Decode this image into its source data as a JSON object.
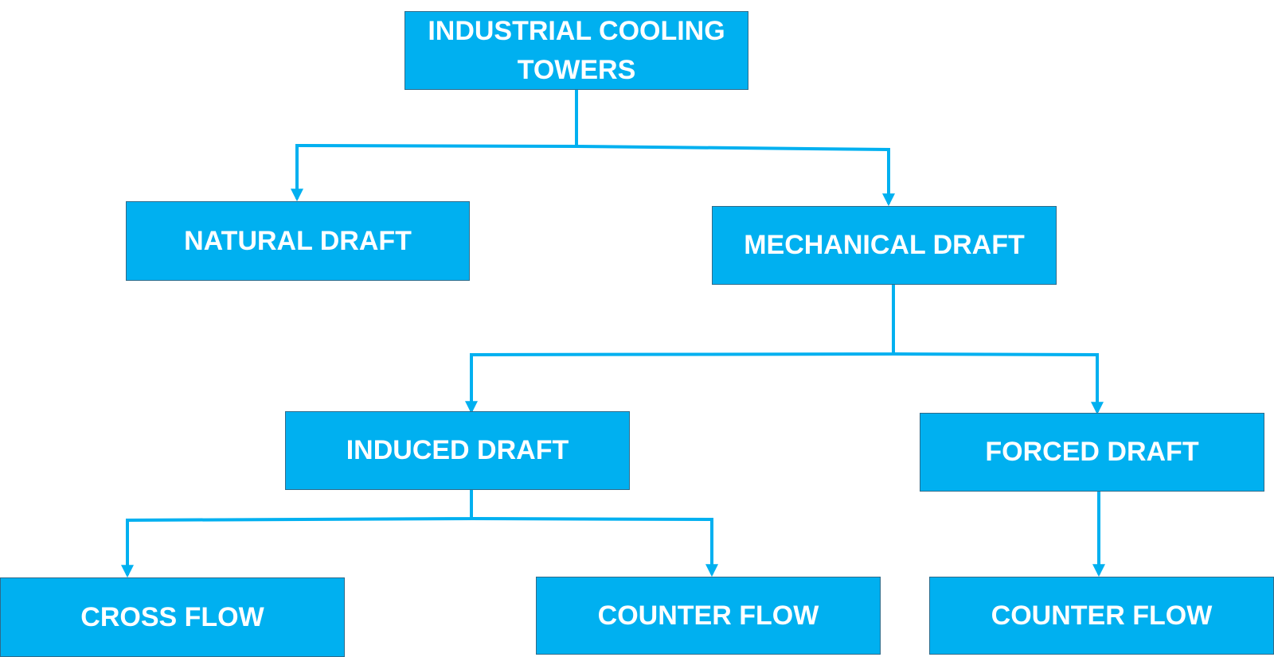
{
  "diagram": {
    "line_color": "#00b0f0",
    "box_fill": "#00b0f0",
    "box_border": "#2e6b8a",
    "text_color": "#ffffff",
    "nodes": {
      "root": "INDUSTRIAL COOLING TOWERS",
      "natural_draft": "NATURAL DRAFT",
      "mechanical_draft": "MECHANICAL DRAFT",
      "induced_draft": "INDUCED DRAFT",
      "forced_draft": "FORCED DRAFT",
      "cross_flow": "CROSS FLOW",
      "induced_counter_flow": "COUNTER FLOW",
      "forced_counter_flow": "COUNTER FLOW"
    },
    "edges": [
      {
        "from": "root",
        "to": "natural_draft"
      },
      {
        "from": "root",
        "to": "mechanical_draft"
      },
      {
        "from": "mechanical_draft",
        "to": "induced_draft"
      },
      {
        "from": "mechanical_draft",
        "to": "forced_draft"
      },
      {
        "from": "induced_draft",
        "to": "cross_flow"
      },
      {
        "from": "induced_draft",
        "to": "induced_counter_flow"
      },
      {
        "from": "forced_draft",
        "to": "forced_counter_flow"
      }
    ]
  }
}
